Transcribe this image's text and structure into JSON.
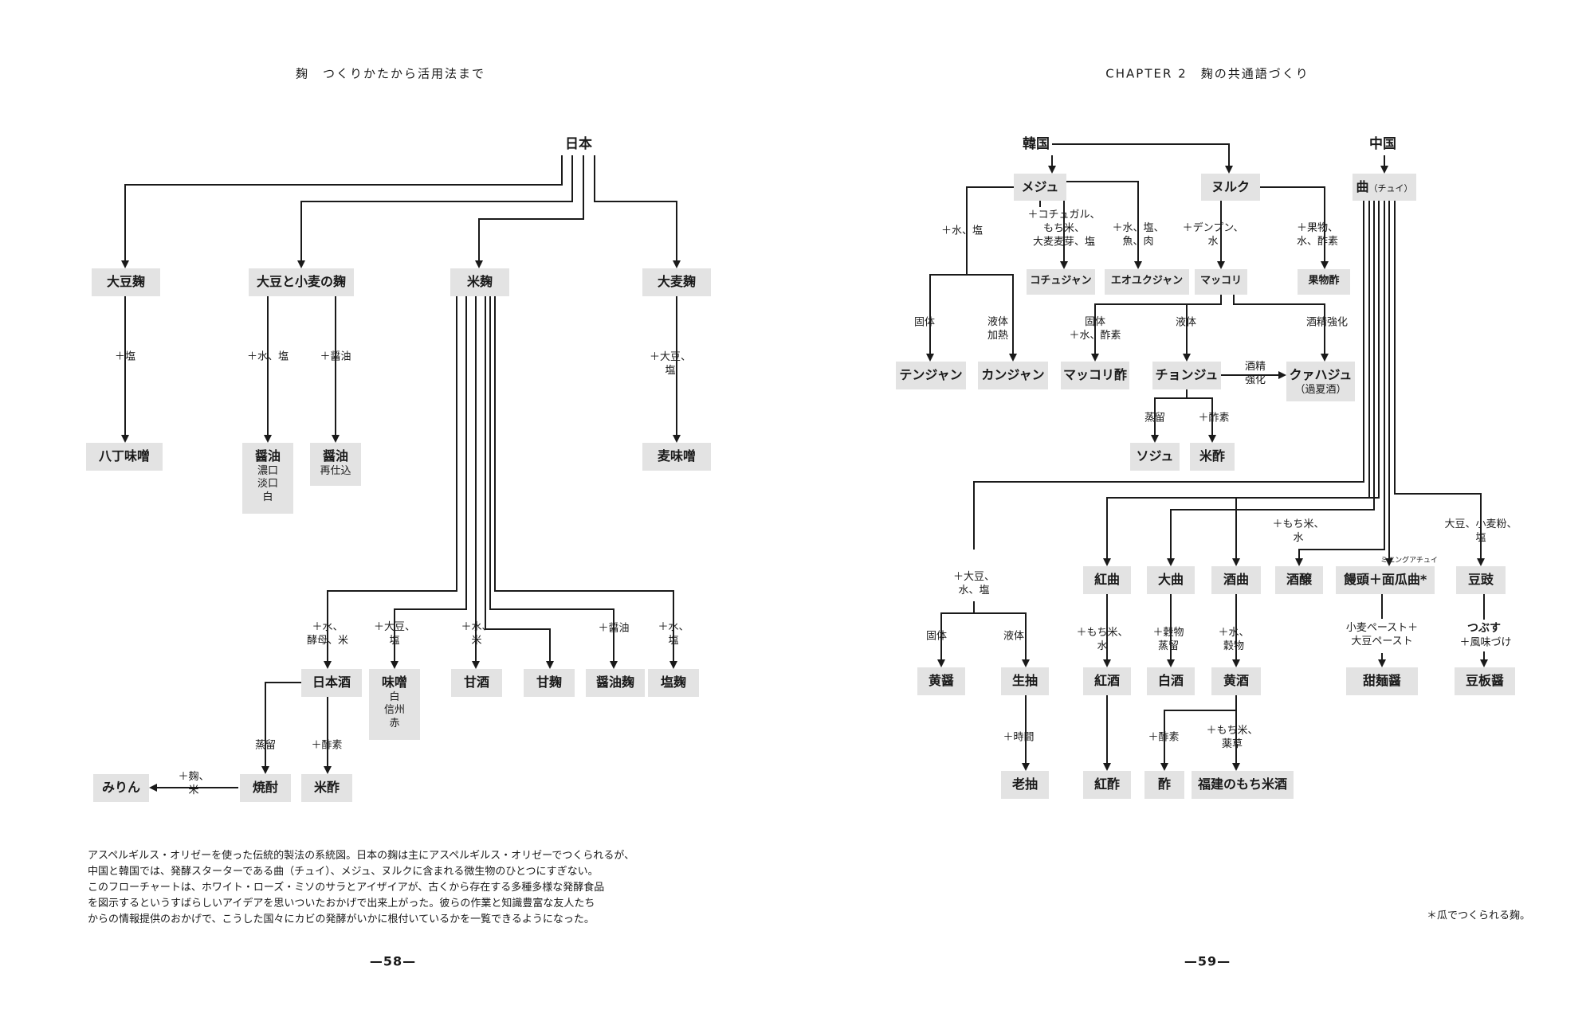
{
  "header_left": "麹　つくりかたから活用法まで",
  "header_right": "CHAPTER 2　麹の共通語づくり",
  "roots": {
    "japan": "日本",
    "korea": "韓国",
    "china": "中国"
  },
  "nodes": {
    "daizu_koji": "大豆麹",
    "daizu_komugi_koji": "大豆と小麦の麹",
    "kome_koji": "米麹",
    "omugi_koji": "大麦麹",
    "hatcho_miso": "八丁味噌",
    "shoyu1": {
      "title": "醤油",
      "lines": [
        "濃口",
        "淡口",
        "白"
      ]
    },
    "shoyu2": {
      "title": "醤油",
      "lines": [
        "再仕込"
      ]
    },
    "mugi_miso": "麦味噌",
    "nihonshu": "日本酒",
    "miso": {
      "title": "味噌",
      "lines": [
        "白",
        "信州",
        "赤"
      ]
    },
    "amazake": "甘酒",
    "amakoji": "甘麹",
    "shoyu_koji": "醤油麹",
    "shio_koji": "塩麹",
    "mirin": "みりん",
    "shochu": "焼酎",
    "komezu": "米酢",
    "meju": "メジュ",
    "nuruk": "ヌルク",
    "qu": {
      "title": "曲",
      "note": "（チュイ）"
    },
    "gochujang": "コチュジャン",
    "eoyukjang": "エオユクジャン",
    "makgeolli": "マッコリ",
    "kajitsuzu": "果物酢",
    "doenjang": "テンジャン",
    "ganjang": "カンジャン",
    "makgeolli_su": "マッコリ酢",
    "cheongju": "チョンジュ",
    "gwahaju": {
      "title": "クァハジュ",
      "sub": "（過夏酒）"
    },
    "soju": "ソジュ",
    "komezu_k": "米酢",
    "hongqu": "紅曲",
    "daqu": "大曲",
    "jiuqu": "酒曲",
    "jiuniang": "酒醸",
    "mantou_mianguaqu": {
      "title": "饅頭＋面瓜曲*",
      "ruby": "ミエングアチュイ"
    },
    "douchi": "豆豉",
    "huangjiang": "黄醤",
    "shengchou": "生抽",
    "hongjiu": "紅酒",
    "baijiu": "白酒",
    "huangjiu": "黄酒",
    "tianmianjiang": "甜麺醤",
    "doubanjiang": "豆板醤",
    "laochou": "老抽",
    "hongcu": "紅酢",
    "cu": "酢",
    "fujian_mochigome_shu": "福建のもち米酒"
  },
  "labels": {
    "l_shio": "＋塩",
    "l_mizu_shio": "＋水、塩",
    "l_shoyu": "＋醤油",
    "l_omugi": "＋大豆、\n塩",
    "l_mizu_koubo_kome": "＋水、\n酵母、米",
    "l_daizu_shio": "＋大豆、\n塩",
    "l_mizu_kome": "＋水、\n米",
    "l_shoyu2": "＋醤油",
    "l_mizu_shio2": "＋水、\n塩",
    "l_jouryu": "蒸留",
    "l_sakusan": "＋酢素",
    "l_koji_kome": "＋麹、\n米",
    "k_mizu_shio": "＋水、塩",
    "k_gochu": "＋コチュガル、\nもち米、\n大麦麦芽、塩",
    "k_mizu_shio_sakana": "＋水、塩、\n魚、肉",
    "k_denpun": "＋デンプン、\n水",
    "k_kudamono": "＋果物、\n水、酢素",
    "k_kotai": "固体",
    "k_ekitai_kanetsu": "液体\n加熱",
    "k_kotai_mizu": "固体\n＋水、酢素",
    "k_ekitai": "液体",
    "k_shusei": "酒精強化",
    "k_shusei2": "酒精\n強化",
    "k_jouryu": "蒸留",
    "k_sakuso": "＋酢素",
    "c_daizu": "＋大豆、\n水、塩",
    "c_kotai": "固体",
    "c_ekitai": "液体",
    "c_jikan": "＋時間",
    "c_mochi_mizu": "＋もち米、\n水",
    "c_kokumotsu": "＋穀物\n蒸留",
    "c_mizu_kokumotsu": "＋水、\n穀物",
    "c_mochi_mizu2": "＋もち米、\n水",
    "c_sakuso": "＋酢素",
    "c_mochi_yakuso": "＋もち米、\n薬草",
    "c_komugi_paste": "小麦ペースト＋\n大豆ペースト",
    "c_daizu_komugiko": "大豆、小麦粉、\n塩",
    "c_tsubusu": "つぶす",
    "c_fumi": "＋風味づけ"
  },
  "caption": "アスペルギルス・オリゼーを使った伝統的製法の系統図。日本の麹は主にアスペルギルス・オリゼーでつくられるが、\n中国と韓国では、発酵スターターである曲（チュイ）、メジュ、ヌルクに含まれる微生物のひとつにすぎない。\nこのフローチャートは、ホワイト・ローズ・ミソのサラとアイザイアが、古くから存在する多種多様な発酵食品\nを図示するというすばらしいアイデアを思いついたおかげで出来上がった。彼らの作業と知識豊富な友人たち\nからの情報提供のおかげで、こうした国々にカビの発酵がいかに根付いているかを一覧できるようになった。",
  "page_left": "—58—",
  "page_right": "—59—",
  "footnote": "＊瓜でつくられる麹。"
}
